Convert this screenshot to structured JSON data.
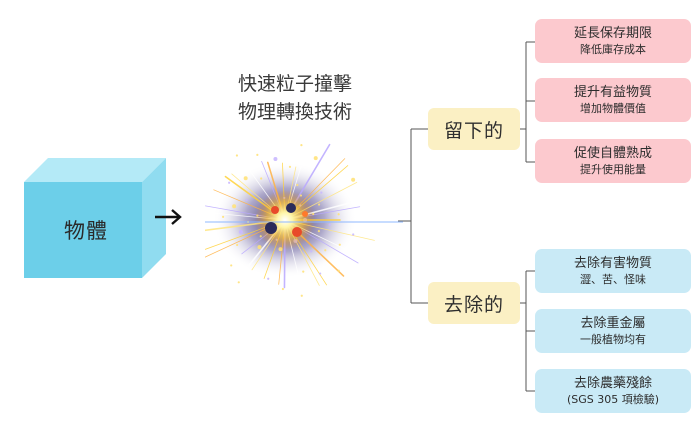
{
  "colors": {
    "cube_front": "#6ccfe9",
    "cube_top": "#b4eaf7",
    "cube_side": "#90dcf0",
    "category_bg": "#fbf0c4",
    "keep_box_bg": "#fcc9ce",
    "remove_box_bg": "#c9eaf6",
    "connector_line": "#555555"
  },
  "input": {
    "label": "物體",
    "arrow_icon": "right-arrow"
  },
  "technology": {
    "line1": "快速粒子撞擊",
    "line2": "物理轉換技術",
    "graphic": "particle-collision-burst"
  },
  "keep": {
    "label": "留下的",
    "items": [
      {
        "title": "延長保存期限",
        "subtitle": "降低庫存成本"
      },
      {
        "title": "提升有益物質",
        "subtitle": "增加物體價值"
      },
      {
        "title": "促使自體熟成",
        "subtitle": "提升使用能量"
      }
    ]
  },
  "remove": {
    "label": "去除的",
    "items": [
      {
        "title": "去除有害物質",
        "subtitle": "澀、苦、怪味"
      },
      {
        "title": "去除重金屬",
        "subtitle": "一般植物均有"
      },
      {
        "title": "去除農藥殘餘",
        "subtitle": "(SGS 305 項檢驗)"
      }
    ]
  }
}
